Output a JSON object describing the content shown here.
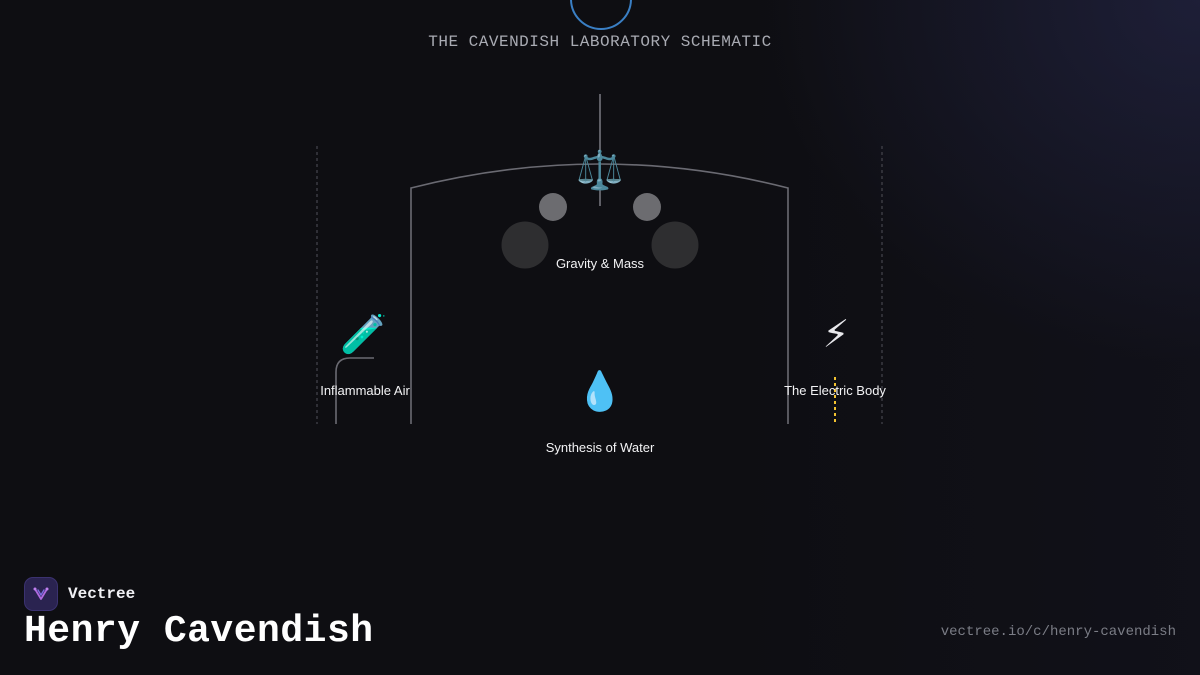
{
  "schematic": {
    "title": "THE CAVENDISH LABORATORY SCHEMATIC"
  },
  "nodes": {
    "gravity": {
      "label": "Gravity & Mass",
      "icon": "balance-scale-icon",
      "glyph": "⚖️"
    },
    "inflammable_air": {
      "label": "Inflammable Air",
      "icon": "test-tube-icon",
      "glyph": "🧪"
    },
    "water": {
      "label": "Synthesis of Water",
      "icon": "water-drop-icon",
      "glyph": "💧"
    },
    "electric": {
      "label": "The Electric Body",
      "icon": "lightning-icon",
      "glyph": "⚡"
    }
  },
  "brand": {
    "name": "Vectree"
  },
  "person": {
    "name": "Henry Cavendish"
  },
  "footer": {
    "url": "vectree.io/c/henry-cavendish"
  },
  "colors": {
    "background": "#0e0e12",
    "accent_blue": "#3a7fc4",
    "electric_yellow": "#f2c230",
    "brand_purple": "#2a2350"
  }
}
